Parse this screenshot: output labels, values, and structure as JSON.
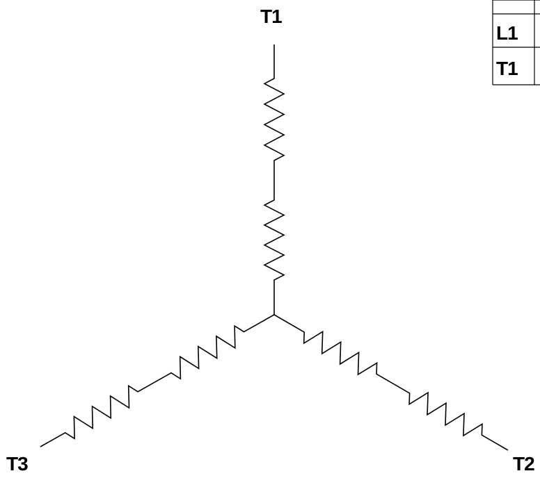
{
  "diagram": {
    "terminals": {
      "top": "T1",
      "right": "T2",
      "left": "T3"
    },
    "table": {
      "rows": [
        "L1",
        "T1"
      ]
    }
  }
}
